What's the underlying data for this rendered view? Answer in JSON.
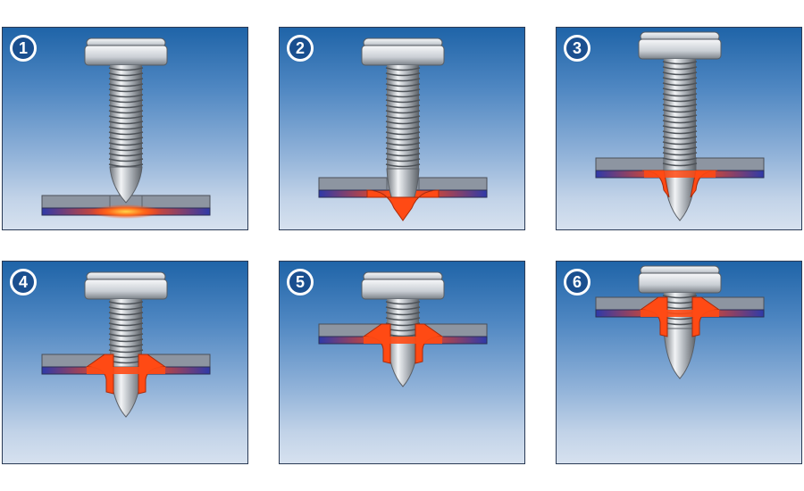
{
  "steps": [
    {
      "number": "1"
    },
    {
      "number": "2"
    },
    {
      "number": "3"
    },
    {
      "number": "4"
    },
    {
      "number": "5"
    },
    {
      "number": "6"
    }
  ],
  "colors": {
    "badge_fill": "#1a4f8f",
    "badge_ring": "#ffffff",
    "plate_top": "#8d95a1",
    "plate_heat": "#ff4a14",
    "plate_cool": "#2f3aa8",
    "background_top": "#1f64a8",
    "background_bottom": "#d6e1ef"
  }
}
